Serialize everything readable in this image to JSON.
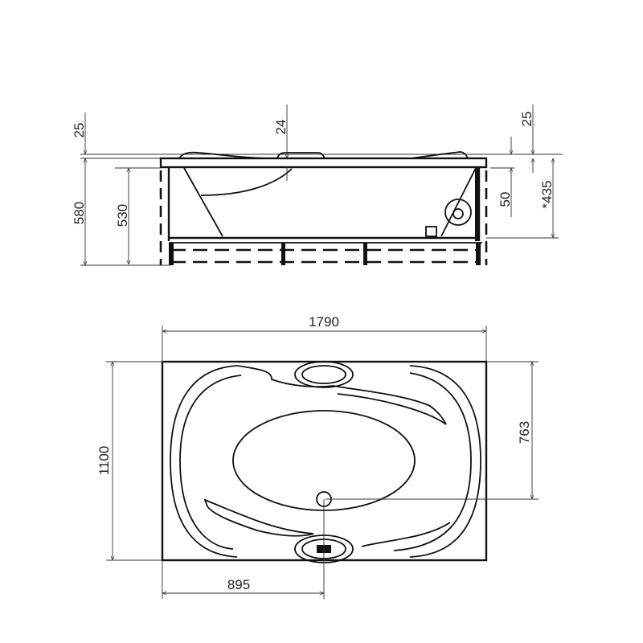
{
  "side_view": {
    "dims": {
      "rim_left": "25",
      "headrest": "24",
      "rim_right": "25",
      "total_height": "580",
      "inner_height": "530",
      "overflow": "50",
      "drain_height": "*435"
    }
  },
  "top_view": {
    "dims": {
      "length": "1790",
      "width": "1100",
      "drain_offset_y": "763",
      "drain_offset_x": "895"
    }
  },
  "colors": {
    "line": "#111111",
    "background": "#ffffff"
  }
}
